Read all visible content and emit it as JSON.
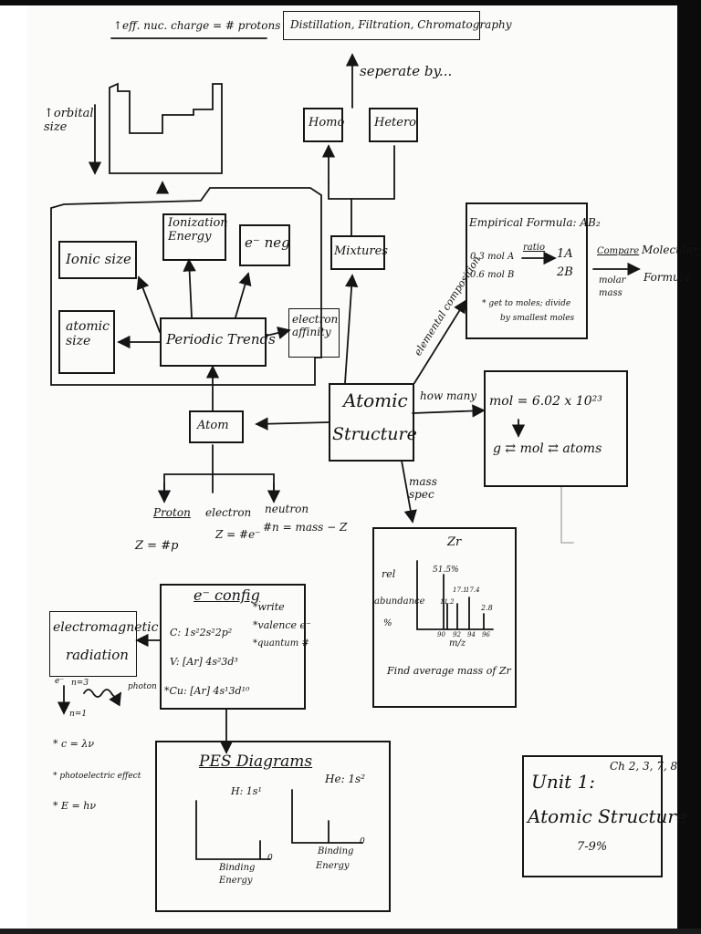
{
  "top": {
    "effective_charge": "↑eff. nuc. charge = # protons",
    "separation_methods": "Distillation, Filtration, Chromatography",
    "separate_by": "seperate by..."
  },
  "orbital": {
    "label": "↑orbital size"
  },
  "mixtures": {
    "homo": "Homo",
    "hetero": "Hetero",
    "mixtures": "Mixtures"
  },
  "trends": {
    "ionic_size": "Ionic size",
    "ionization_energy": "Ionization Energy",
    "e_neg": "e⁻ neg",
    "atomic_size": "atomic size",
    "periodic_trends": "Periodic Trends",
    "electron_affinity": "electron affinity"
  },
  "empirical": {
    "title": "Empirical Formula: AB₂",
    "line1": "0.3 mol A",
    "line2": "0.6 mol B",
    "ratio": "ratio",
    "r1": "1A",
    "r2": "2B",
    "note1": "* get to moles; divide",
    "note2": "by smallest moles",
    "compare": "Compare",
    "molar": "molar",
    "mass": "mass",
    "molecular1": "Molecular",
    "molecular2": "Formula",
    "elemental": "elemental composition"
  },
  "atomic": {
    "line1": "Atomic",
    "line2": "Structure",
    "how_many": "how many",
    "mass_spec": "mass spec"
  },
  "mole": {
    "avogadro": "mol = 6.02 x 10²³",
    "conversion": "g ⇄ mol ⇄ atoms"
  },
  "atom": {
    "atom": "Atom",
    "proton": "Proton",
    "proton_eq": "Z = #p",
    "electron": "electron",
    "electron_eq": "Z = #e⁻",
    "neutron": "neutron",
    "neutron_eq": "#n = mass − Z"
  },
  "econfig": {
    "title": "e⁻ config",
    "c": "C: 1s²2s²2p²",
    "v": "V: [Ar] 4s²3d³",
    "cu": "*Cu: [Ar] 4s¹3d¹⁰",
    "write": "*write",
    "valence": "*valence e⁻",
    "quantum": "*quantum #"
  },
  "em": {
    "label1": "electromagnetic",
    "label2": "radiation",
    "n3": "n=3",
    "n1": "n=1",
    "photon": "photon",
    "e_label": "e⁻",
    "eq1": "* c = λν",
    "eq2": "* photoelectric effect",
    "eq3": "* E = hν"
  },
  "pes": {
    "title": "PES Diagrams",
    "h": "H: 1s¹",
    "he": "He: 1s²",
    "be1": "Binding",
    "be2": "Energy",
    "be3": "Binding",
    "be4": "Energy",
    "zero1": "0",
    "zero2": "0"
  },
  "massspec": {
    "element": "Zr",
    "ylabel1": "rel",
    "ylabel2": "abundance",
    "ylabel3": "%",
    "xlabel": "m/z",
    "question": "Find average mass of Zr",
    "peak_labels": [
      "51.5%",
      "11.2",
      "17.1",
      "17.4",
      "2.8"
    ],
    "mass_labels": [
      "90",
      "92",
      "94",
      "96"
    ]
  },
  "unit": {
    "chapters": "Ch 2, 3, 7, 8",
    "title1": "Unit 1:",
    "title2": "Atomic Structure",
    "weight": "7-9%"
  }
}
